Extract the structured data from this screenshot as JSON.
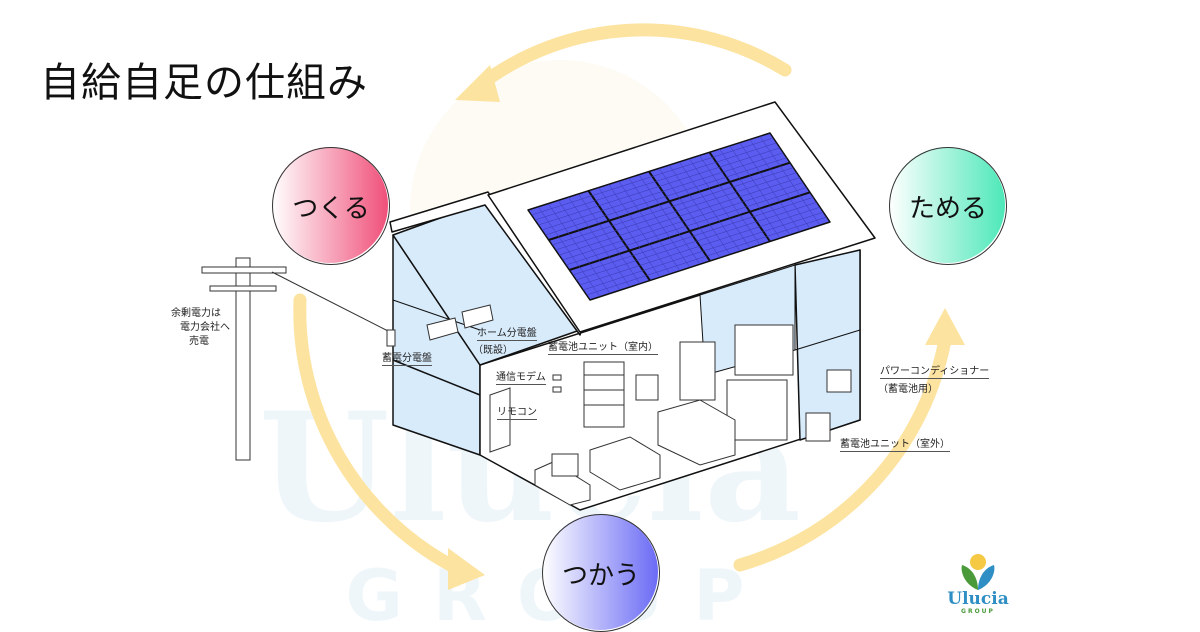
{
  "title": "自給自足の仕組み",
  "cycle": {
    "make": "つくる",
    "store": "ためる",
    "use": "つかう"
  },
  "pole_note": [
    "余剰電力は",
    "電力会社へ",
    "売電"
  ],
  "labels": {
    "storage_panel": "蓄電分電盤",
    "home_panel": "ホーム分電盤",
    "home_panel_sub": "（既設）",
    "battery_indoor": "蓄電池ユニット（室内）",
    "modem": "通信モデム",
    "remote": "リモコン",
    "power_conditioner": "パワーコンディショナー",
    "power_conditioner_sub": "（蓄電池用）",
    "battery_outdoor": "蓄電池ユニット（室外）"
  },
  "logo": {
    "name": "Ulucia",
    "sub": "GROUP"
  },
  "watermark": {
    "name": "Ulucia",
    "sub": "GROUP"
  },
  "colors": {
    "arrow": "#fde3a0",
    "panel": "#5b5cf0",
    "wall": "#d8ebfb",
    "make": "#f0507a",
    "store": "#4de8b8",
    "use": "#6b6bf5"
  }
}
